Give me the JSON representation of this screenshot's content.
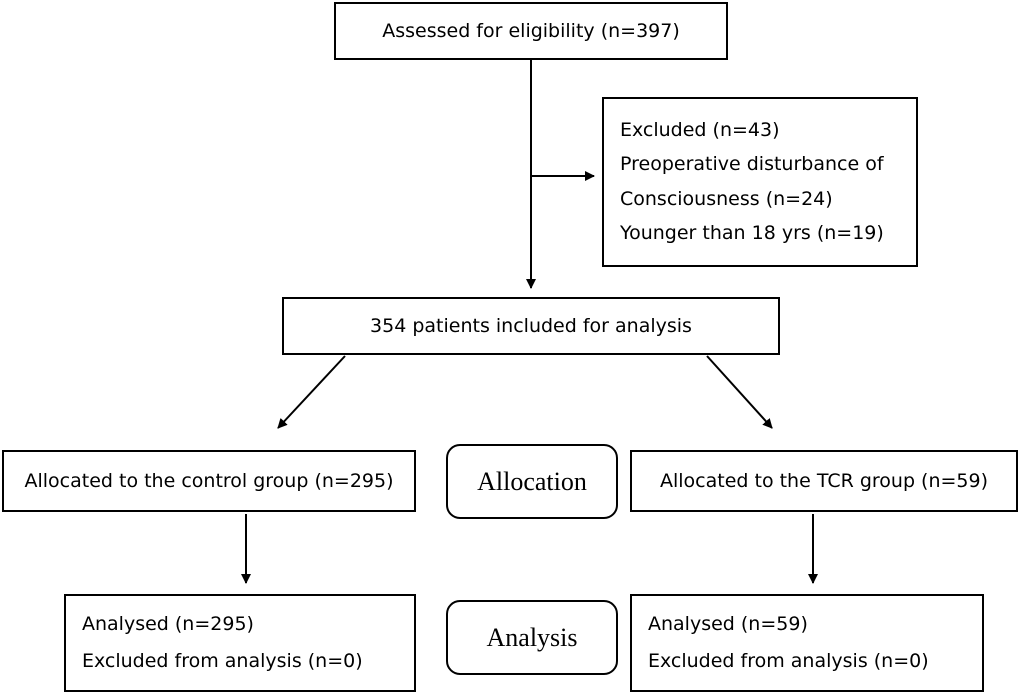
{
  "flow": {
    "assessed": "Assessed for eligibility (n=397)",
    "excluded": {
      "title": "Excluded (n=43)",
      "line1": "Preoperative disturbance of",
      "line2": "Consciousness (n=24)",
      "line3": "Younger than 18 yrs (n=19)"
    },
    "included": "354 patients included for analysis",
    "control": "Allocated to the control group (n=295)",
    "tcr": "Allocated to the TCR group (n=59)",
    "allocation_label": "Allocation",
    "analysis_label": "Analysis",
    "control_analysis": {
      "analysed": "Analysed (n=295)",
      "excluded": "Excluded from analysis (n=0)"
    },
    "tcr_analysis": {
      "analysed": "Analysed (n=59)",
      "excluded": "Excluded from analysis (n=0)"
    }
  }
}
